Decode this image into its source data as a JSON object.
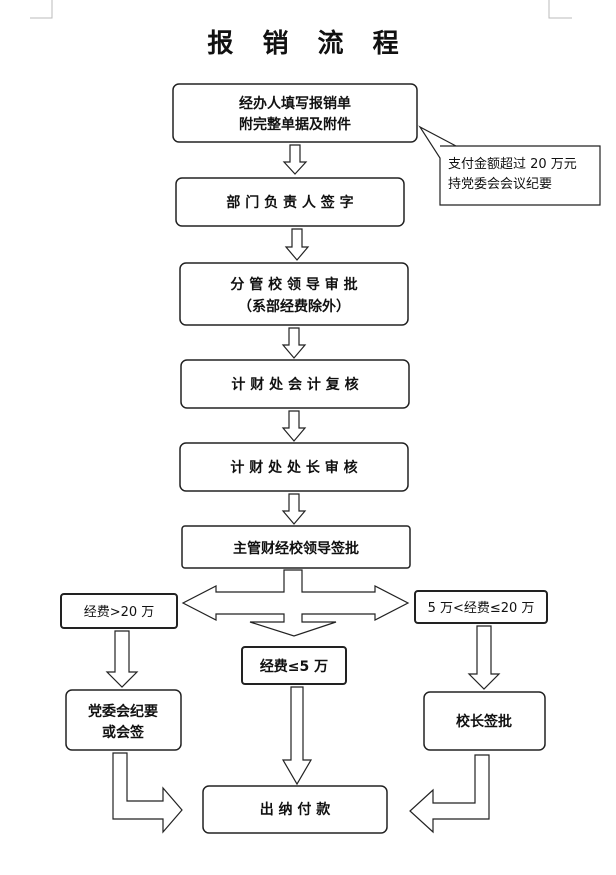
{
  "title": "报 销 流 程",
  "note": {
    "line1": "支付金额超过 20 万元",
    "line2": "持党委会会议纪要"
  },
  "steps": [
    {
      "line1": "经办人填写报销单",
      "line2": "附完整单据及附件"
    },
    {
      "line1": "部 门 负 责 人 签 字"
    },
    {
      "line1": "分 管 校 领 导 审 批",
      "line2": "（系部经费除外）"
    },
    {
      "line1": "计 财 处 会 计 复 核"
    },
    {
      "line1": "计 财 处 处 长 审 核"
    },
    {
      "line1": "主管财经校领导签批"
    }
  ],
  "branches": {
    "left": {
      "condition": "经费>20 万",
      "action_line1": "党委会纪要",
      "action_line2": "或会签"
    },
    "middle": {
      "condition": "经费≤5 万"
    },
    "right": {
      "condition": "5 万<经费≤20 万",
      "action": "校长签批"
    }
  },
  "final": "出 纳 付 款"
}
